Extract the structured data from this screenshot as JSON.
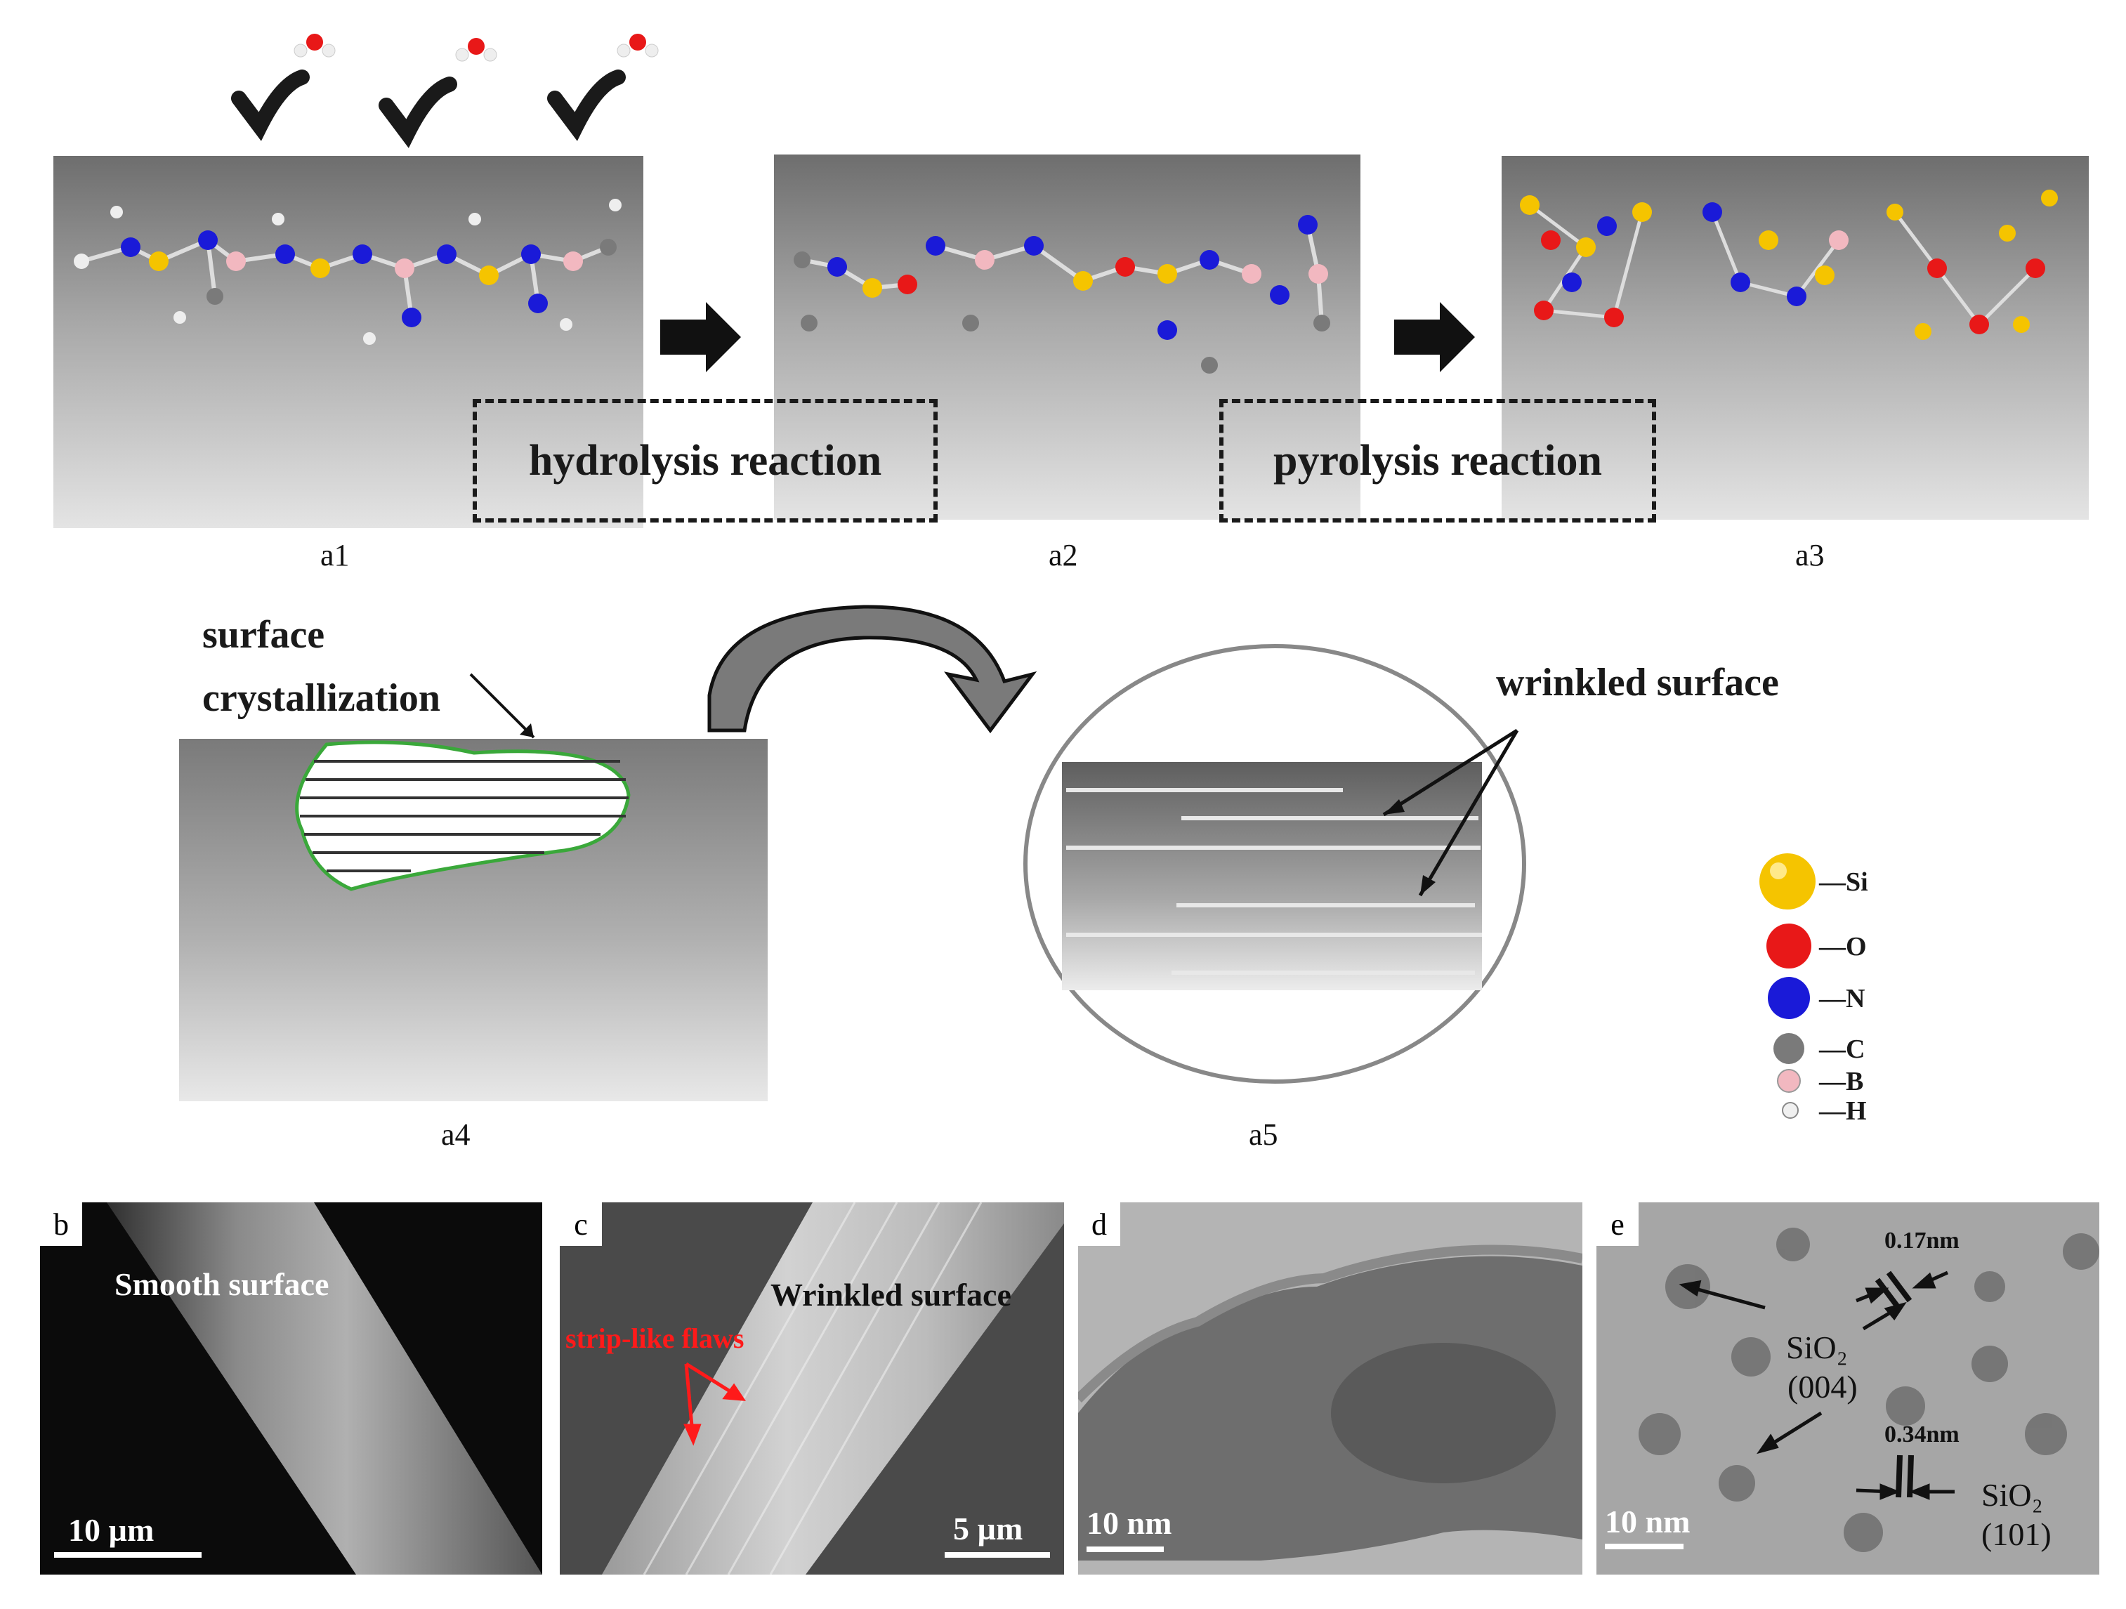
{
  "panel_a": {
    "labels": {
      "a1": "a1",
      "a2": "a2",
      "a3": "a3",
      "a4": "a4",
      "a5": "a5"
    },
    "reactions": {
      "hydrolysis": "hydrolysis reaction",
      "pyrolysis": "pyrolysis reaction"
    },
    "surface_crystallization": [
      "surface",
      "crystallization"
    ],
    "wrinkled_surface": "wrinkled surface"
  },
  "legend": {
    "items": [
      {
        "label": "—Si",
        "color": "#f5c400"
      },
      {
        "label": "—O",
        "color": "#e81818"
      },
      {
        "label": "—N",
        "color": "#1a1ad8"
      },
      {
        "label": "—C",
        "color": "#7a7a7a"
      },
      {
        "label": "—B",
        "color": "#f2b8c0"
      },
      {
        "label": "—H",
        "color": "#f0f0f0"
      }
    ]
  },
  "micrographs": {
    "b": {
      "tag": "b",
      "annotation": "Smooth surface",
      "scale": "10 µm"
    },
    "c": {
      "tag": "c",
      "annotation": "Wrinkled surface",
      "flaws": "strip-like flaws",
      "scale": "5 µm"
    },
    "d": {
      "tag": "d",
      "scale": "10 nm"
    },
    "e": {
      "tag": "e",
      "spacing_top": "0.17nm",
      "spacing_bottom": "0.34nm",
      "sio2_a": "SiO₂",
      "plane_a": "(004)",
      "sio2_b": "SiO₂",
      "plane_b": "(101)",
      "scale": "10 nm"
    }
  },
  "colors": {
    "flaw_red": "#ff1a1a",
    "crystal_outline": "#3aa83a"
  }
}
